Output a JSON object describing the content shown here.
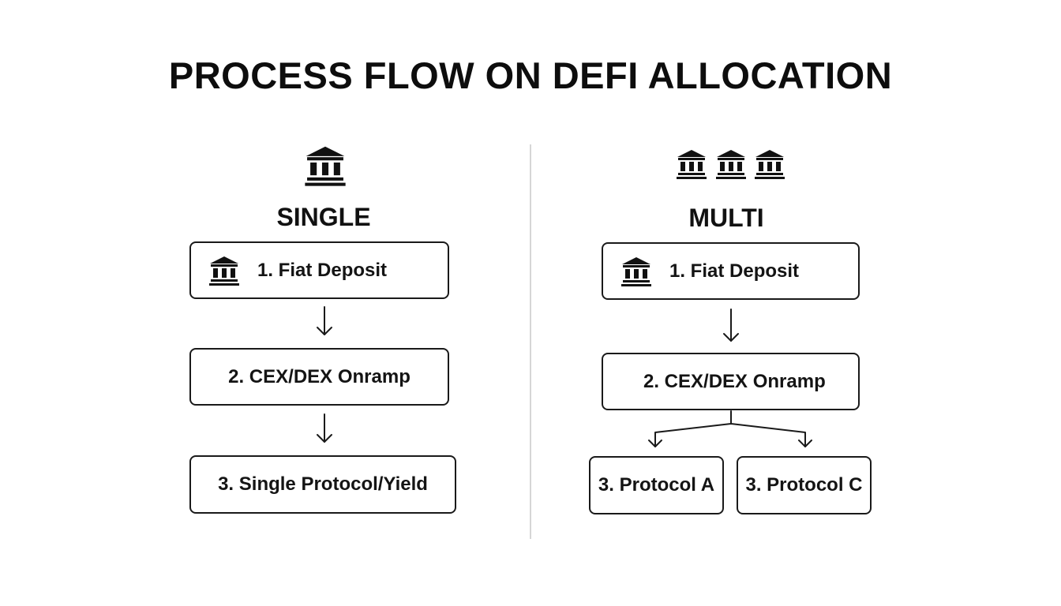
{
  "title": "PROCESS FLOW ON DEFI ALLOCATION",
  "colors": {
    "background": "#ffffff",
    "text": "#111111",
    "box_border": "#1a1a1a",
    "divider": "#d6d6d6"
  },
  "single": {
    "heading": "SINGLE",
    "header_icon": "bank-icon",
    "steps": [
      {
        "label": "1. Fiat Deposit",
        "icon": "bank-icon"
      },
      {
        "label": "2. CEX/DEX Onramp"
      },
      {
        "label": "3. Single Protocol/Yield"
      }
    ]
  },
  "multi": {
    "heading": "MULTI",
    "header_icons": [
      "bank-icon",
      "bank-icon",
      "bank-icon"
    ],
    "steps": [
      {
        "label": "1. Fiat Deposit",
        "icon": "bank-icon"
      },
      {
        "label": "2. CEX/DEX Onramp"
      }
    ],
    "branches": [
      {
        "label": "3. Protocol A"
      },
      {
        "label": "3. Protocol C"
      }
    ]
  }
}
